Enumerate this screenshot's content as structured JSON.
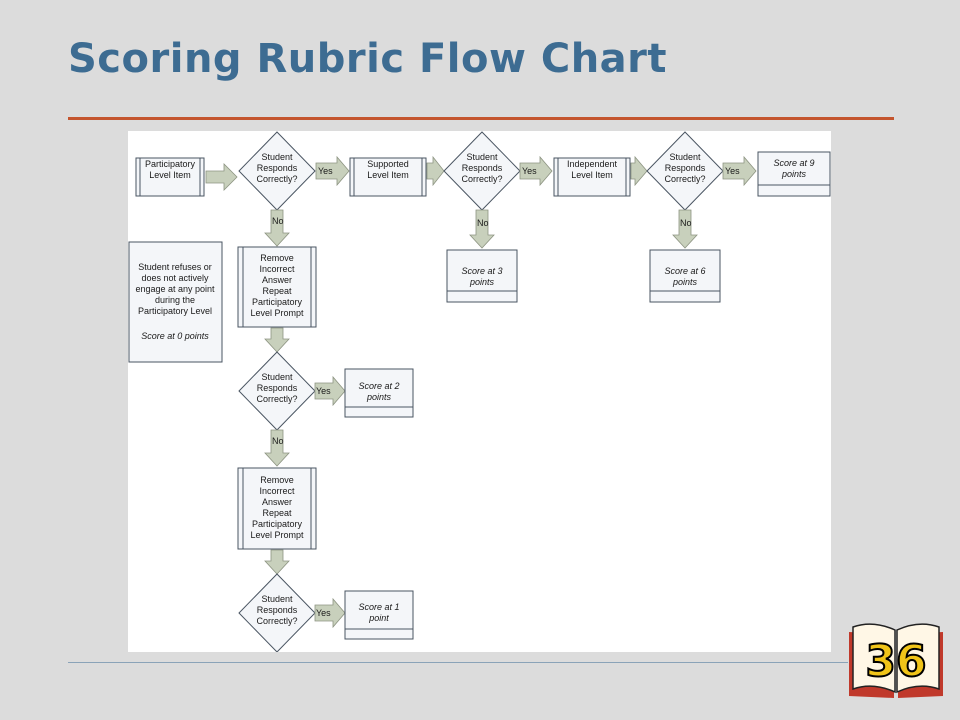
{
  "slide": {
    "title": "Scoring Rubric Flow Chart",
    "page_number": "36"
  },
  "flowchart": {
    "participatory_item": [
      "Participatory",
      "Level Item"
    ],
    "supported_item": [
      "Supported",
      "Level Item"
    ],
    "independent_item": [
      "Independent",
      "Level Item"
    ],
    "decision": [
      "Student",
      "Responds",
      "Correctly?"
    ],
    "yes": "Yes",
    "no": "No",
    "score_9": [
      "Score at 9",
      "points"
    ],
    "score_3": [
      "Score at 3",
      "points"
    ],
    "score_6": [
      "Score at 6",
      "points"
    ],
    "score_2": [
      "Score at 2",
      "points"
    ],
    "score_1": [
      "Score at 1",
      "point"
    ],
    "remove_prompt": [
      "Remove",
      "Incorrect",
      "Answer",
      "Repeat",
      "Participatory",
      "Level Prompt"
    ],
    "refuse_note": [
      "Student refuses or",
      "does not actively",
      "engage at any point",
      "during the",
      "Participatory Level"
    ],
    "score_0": "Score at 0 points"
  },
  "colors": {
    "title": "#3d6c92",
    "accent_rule": "#c4552e",
    "arrow_fill": "#c8d0bc",
    "slide_background": "#dcdcdc"
  }
}
